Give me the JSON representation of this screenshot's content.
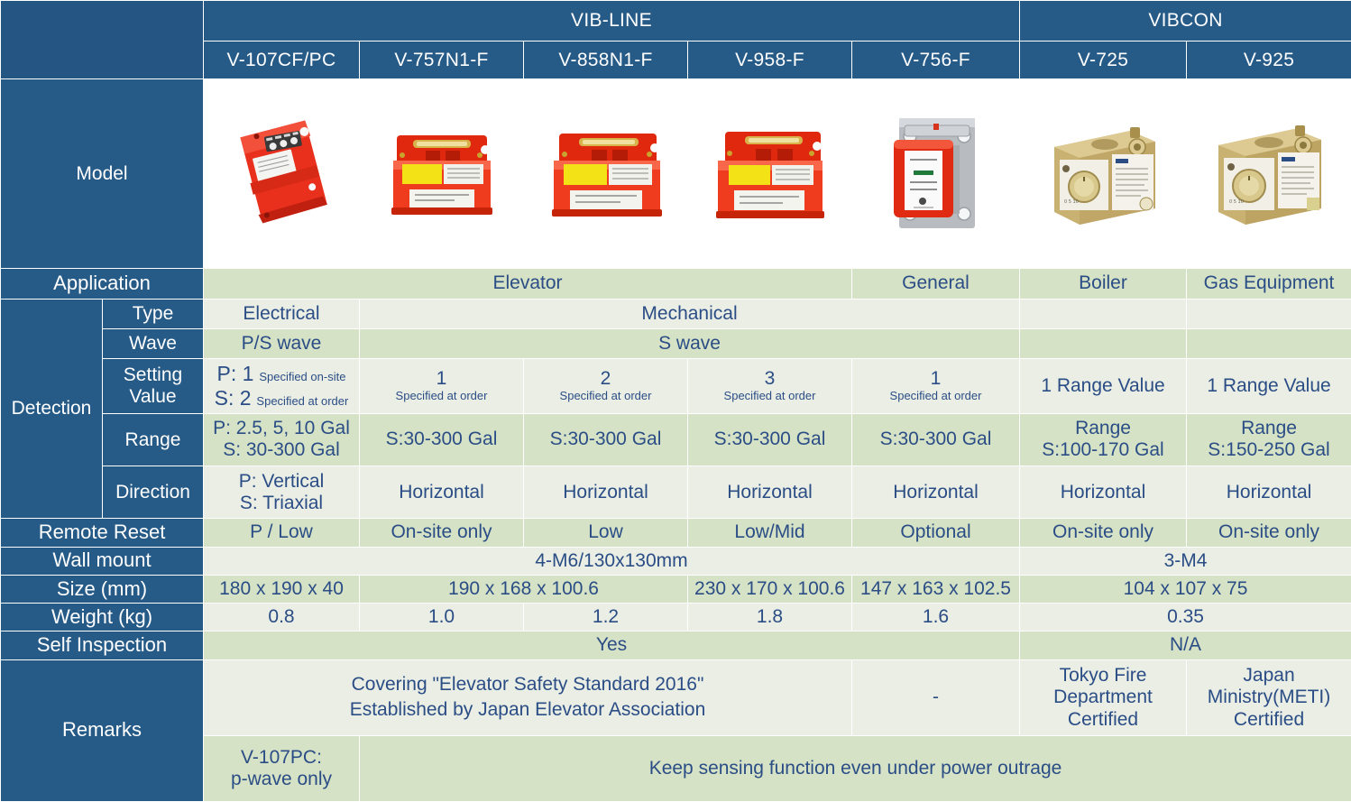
{
  "header": {
    "groups": [
      {
        "label": "VIB-LINE",
        "span": 5
      },
      {
        "label": "VIBCON",
        "span": 2
      }
    ],
    "models": [
      "V-107CF/PC",
      "V-757N1-F",
      "V-858N1-F",
      "V-958-F",
      "V-756-F",
      "V-725",
      "V-925"
    ]
  },
  "colors": {
    "header_blue": "#265a87",
    "row_green": "#d5e2c5",
    "row_light": "#eaeee4",
    "text_blue": "#2b4d86",
    "white": "#ffffff"
  },
  "rows": {
    "model_label": "Model",
    "application": {
      "label": "Application",
      "values": [
        "Elevator",
        "General",
        "Boiler",
        "Gas Equipment"
      ]
    },
    "detection": {
      "label": "Detection",
      "type": {
        "label": "Type",
        "values": [
          "Electrical",
          "Mechanical"
        ]
      },
      "wave": {
        "label": "Wave",
        "values": [
          "P/S wave",
          "S wave"
        ]
      },
      "setting_value": {
        "label": "Setting Value",
        "label_line1": "Setting",
        "label_line2": "Value",
        "v107": {
          "p_prefix": "P: ",
          "p_value": "1",
          "p_note": "Specified on-site",
          "s_prefix": "S: ",
          "s_value": "2",
          "s_note": "Specified at order"
        },
        "v757": {
          "value": "1",
          "note": "Specified at order"
        },
        "v858": {
          "value": "2",
          "note": "Specified at order"
        },
        "v958": {
          "value": "3",
          "note": "Specified at order"
        },
        "v756": {
          "value": "1",
          "note": "Specified at order"
        },
        "v725": "1 Range Value",
        "v925": "1 Range Value"
      },
      "range": {
        "label": "Range",
        "v107_line1": "P: 2.5, 5, 10 Gal",
        "v107_line2": "S: 30-300 Gal",
        "v757": "S:30-300 Gal",
        "v858": "S:30-300 Gal",
        "v958": "S:30-300 Gal",
        "v756": "S:30-300 Gal",
        "v725_line1": "Range",
        "v725_line2": "S:100-170 Gal",
        "v925_line1": "Range",
        "v925_line2": "S:150-250 Gal"
      },
      "direction": {
        "label": "Direction",
        "v107_line1": "P: Vertical",
        "v107_line2": "S: Triaxial",
        "v757": "Horizontal",
        "v858": "Horizontal",
        "v958": "Horizontal",
        "v756": "Horizontal",
        "v725": "Horizontal",
        "v925": "Horizontal"
      }
    },
    "remote_reset": {
      "label": "Remote Reset",
      "values": [
        "P / Low",
        "On-site only",
        "Low",
        "Low/Mid",
        "Optional",
        "On-site only",
        "On-site only"
      ]
    },
    "wall_mount": {
      "label": "Wall mount",
      "vibline": "4-M6/130x130mm",
      "vibcon": "3-M4"
    },
    "size": {
      "label": "Size (mm)",
      "v107": "180 x 190 x 40",
      "v757_858": "190 x 168 x 100.6",
      "v958": "230 x 170 x 100.6",
      "v756": "147 x 163 x 102.5",
      "vibcon": "104 x 107 x 75"
    },
    "weight": {
      "label": "Weight (kg)",
      "v107": "0.8",
      "v757": "1.0",
      "v858": "1.2",
      "v958": "1.8",
      "v756": "1.6",
      "vibcon": "0.35"
    },
    "self_inspection": {
      "label": "Self Inspection",
      "vibline": "Yes",
      "vibcon": "N/A"
    },
    "remarks": {
      "label": "Remarks",
      "elevator_line1": "Covering \"Elevator Safety Standard 2016\"",
      "elevator_line2": "Established by Japan Elevator Association",
      "v756": "-",
      "v725_line1": "Tokyo Fire",
      "v725_line2": "Department",
      "v725_line3": "Certified",
      "v925_line1": "Japan",
      "v925_line2": "Ministry(METI)",
      "v925_line3": "Certified",
      "v107pc_line1": "V-107PC:",
      "v107pc_line2": "p-wave only",
      "power_outrage": "Keep sensing function even under power outrage"
    }
  },
  "photos": {
    "v107": "red-seismic-sensor-v107",
    "v757": "red-seismic-sensor-v757",
    "v858": "red-seismic-sensor-v858",
    "v958": "red-seismic-sensor-v958",
    "v756": "red-sensor-bracket-v756",
    "v725": "gold-dial-unit-v725",
    "v925": "gold-dial-unit-v925"
  }
}
